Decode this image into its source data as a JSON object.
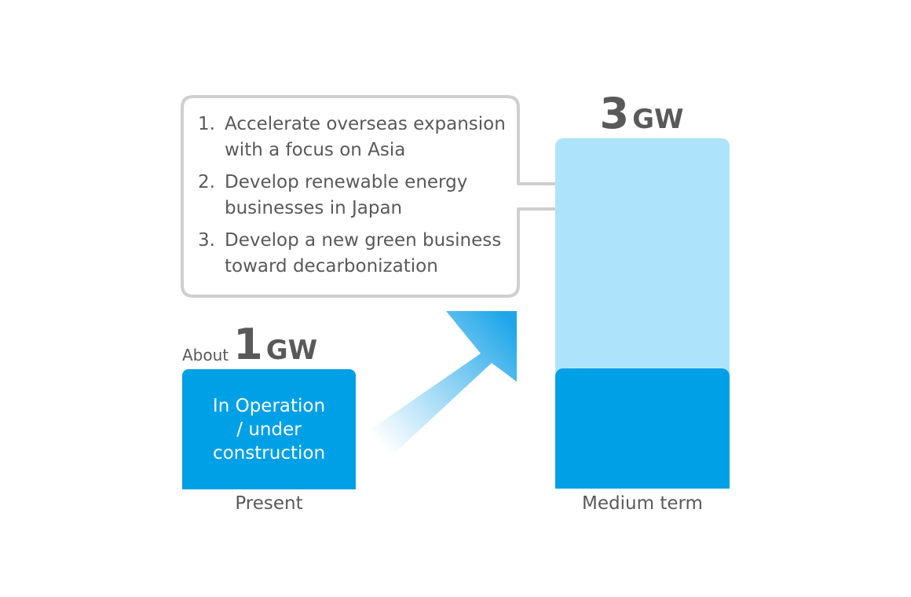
{
  "present": {
    "prefix": "About",
    "value": "1",
    "unit": "GW",
    "bar_text": "In Operation\n/ under\nconstruction",
    "axis_label": "Present"
  },
  "medium": {
    "value": "3",
    "unit": "GW",
    "axis_label": "Medium term"
  },
  "strategies": [
    {
      "num": "1.",
      "text": "Accelerate overseas expansion with a focus on Asia"
    },
    {
      "num": "2.",
      "text": "Develop renewable energy businesses in Japan"
    },
    {
      "num": "3.",
      "text": "Develop a new green business toward decarbonization"
    }
  ],
  "colors": {
    "bar_dark": "#00a0e6",
    "bar_light": "#ade4fb",
    "text": "#595959",
    "callout_border": "#cfcfcf"
  }
}
